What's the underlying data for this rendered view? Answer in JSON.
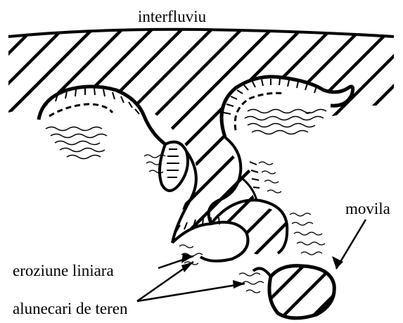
{
  "labels": {
    "interfluviu": "interfluviu",
    "movila": "movila",
    "eroziune_liniara": "eroziune liniara",
    "alunecari_de_teren": "alunecari de teren"
  }
}
